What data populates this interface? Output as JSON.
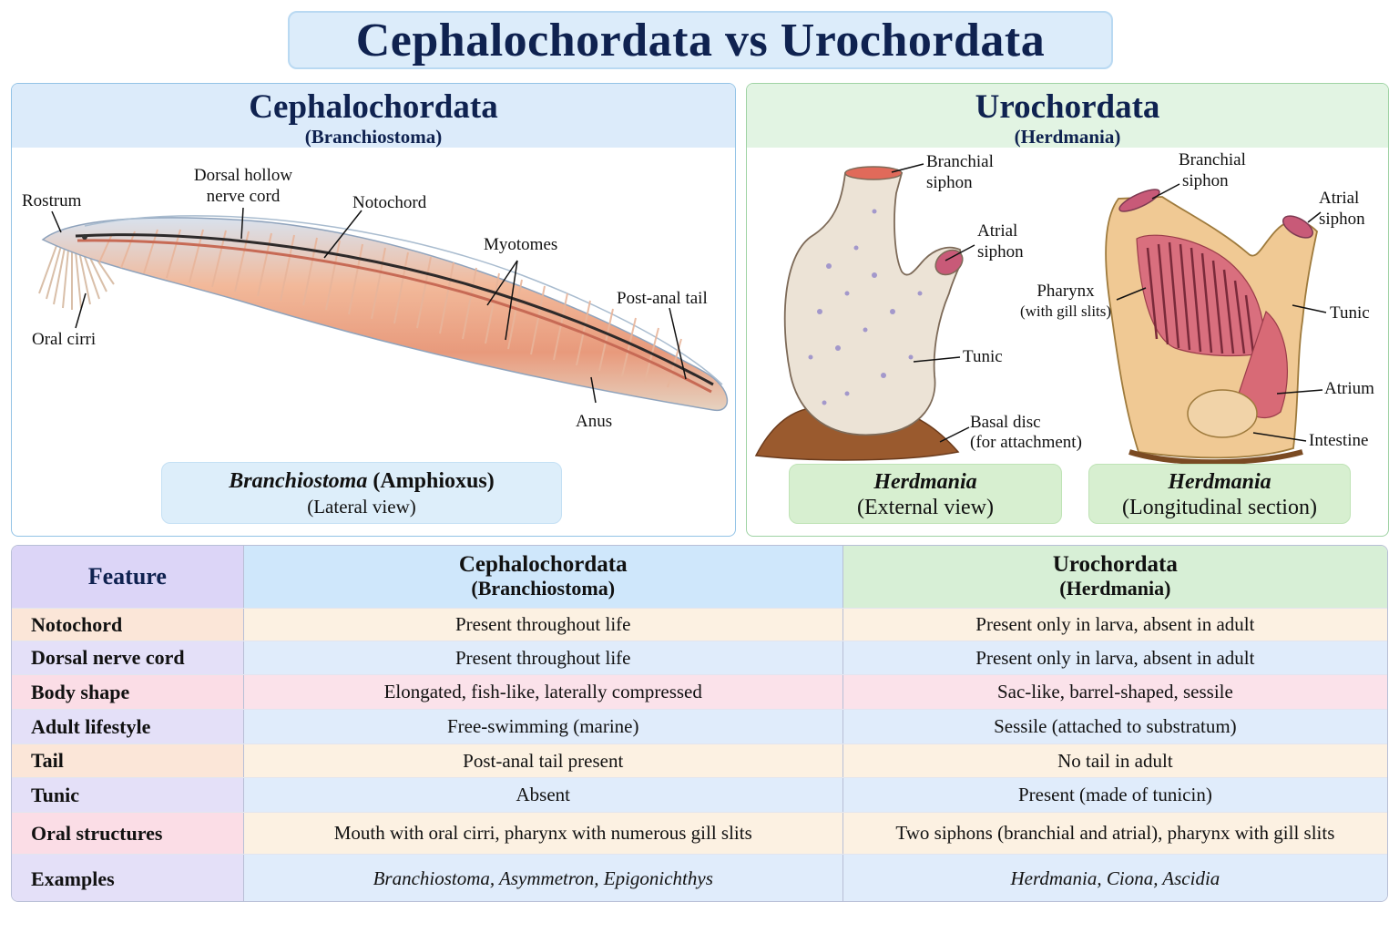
{
  "title": "Cephalochordata vs Urochordata",
  "left_panel": {
    "heading": "Cephalochordata",
    "subheading": "(Branchiostoma)",
    "labels": {
      "rostrum": "Rostrum",
      "nerve_cord_1": "Dorsal hollow",
      "nerve_cord_2": "nerve cord",
      "notochord": "Notochord",
      "myotomes": "Myotomes",
      "post_anal_tail": "Post-anal tail",
      "oral_cirri": "Oral cirri",
      "anus": "Anus"
    },
    "caption": {
      "name_italic": "Branchiostoma",
      "name_rest": " (Amphioxus)",
      "view": "(Lateral view)"
    }
  },
  "right_panel": {
    "heading": "Urochordata",
    "subheading": "(Herdmania)",
    "external_labels": {
      "branchial_1": "Branchial",
      "branchial_2": "siphon",
      "atrial_1": "Atrial",
      "atrial_2": "siphon",
      "tunic": "Tunic",
      "basal_1": "Basal disc",
      "basal_2": "(for attachment)"
    },
    "section_labels": {
      "branchial_1": "Branchial",
      "branchial_2": "siphon",
      "atrial_1": "Atrial",
      "atrial_2": "siphon",
      "pharynx_1": "Pharynx",
      "pharynx_2": "(with gill slits)",
      "tunic": "Tunic",
      "atrium": "Atrium",
      "intestine": "Intestine"
    },
    "caption_external": {
      "name": "Herdmania",
      "view": "(External view)"
    },
    "caption_section": {
      "name": "Herdmania",
      "view": "(Longitudinal section)"
    }
  },
  "table": {
    "header": {
      "feature": "Feature",
      "col1_title": "Cephalochordata",
      "col1_sub": "(Branchiostoma)",
      "col2_title": "Urochordata",
      "col2_sub": "(Herdmania)"
    },
    "rows": [
      {
        "feature": "Notochord",
        "ceph": "Present throughout life",
        "uro": "Present only in larva, absent in adult"
      },
      {
        "feature": "Dorsal nerve cord",
        "ceph": "Present throughout life",
        "uro": "Present only in larva, absent in adult"
      },
      {
        "feature": "Body shape",
        "ceph": "Elongated, fish-like, laterally compressed",
        "uro": "Sac-like, barrel-shaped, sessile"
      },
      {
        "feature": "Adult lifestyle",
        "ceph": "Free-swimming (marine)",
        "uro": "Sessile (attached to substratum)"
      },
      {
        "feature": "Tail",
        "ceph": "Post-anal tail present",
        "uro": "No tail in adult"
      },
      {
        "feature": "Tunic",
        "ceph": "Absent",
        "uro": "Present (made of tunicin)"
      },
      {
        "feature": "Oral structures",
        "ceph": "Mouth with oral cirri, pharynx with numerous gill slits",
        "uro": "Two siphons (branchial and atrial), pharynx with gill slits"
      },
      {
        "feature": "Examples",
        "ceph": "Branchiostoma, Asymmetron, Epigonichthys",
        "uro": "Herdmania, Ciona, Ascidia"
      }
    ]
  },
  "colors": {
    "title_bg": "#dcecfa",
    "ceph_header": "#cfe7fb",
    "uro_header": "#d7efd6",
    "feature_header": "#dcd5f7",
    "row_cream": "#fcf1e2",
    "row_blue": "#e0ecfb",
    "row_pink": "#fbe2ea",
    "row_lavender": "#e4e0f8"
  }
}
